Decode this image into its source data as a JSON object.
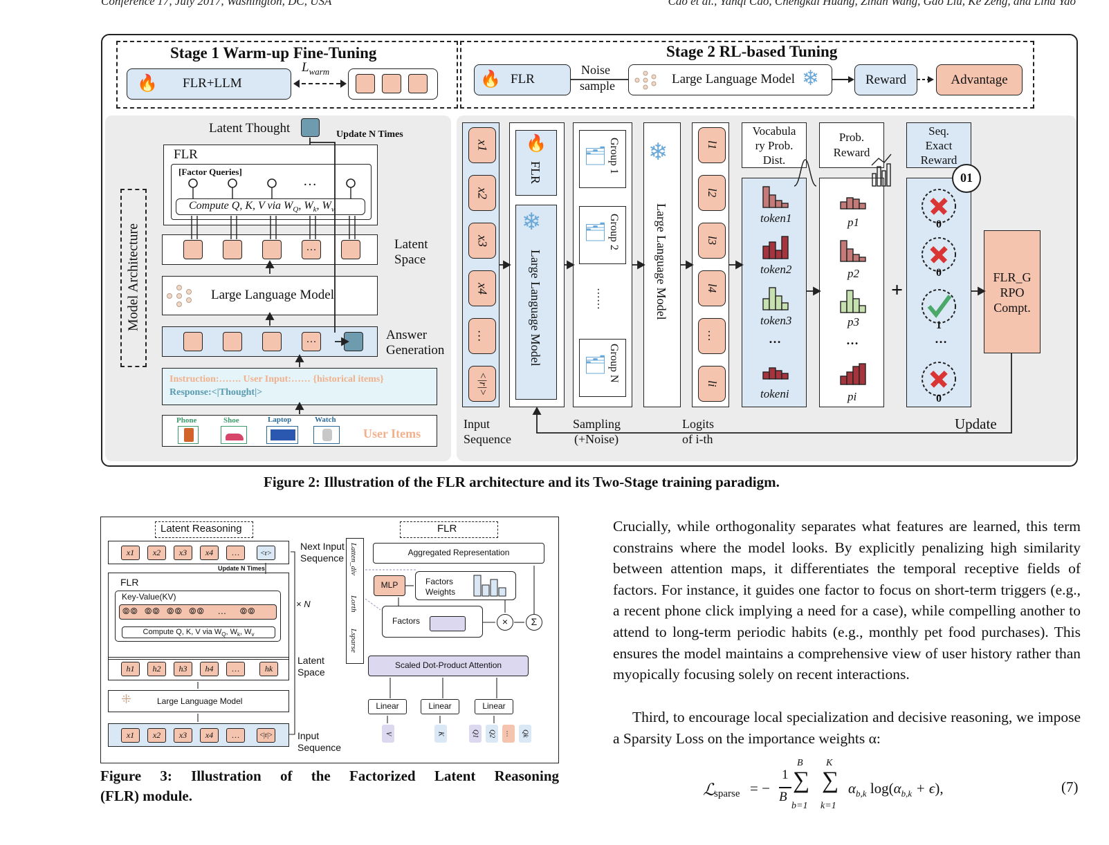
{
  "header": {
    "left": "Conference'17, July 2017, Washington, DC, USA",
    "right": "Cao et al., Yanqi Cao, Chengkai Huang, Zihan Wang, Gao Liu, Ke Zeng, and Lina Yao"
  },
  "figure2": {
    "stage1_title": "Stage 1 Warm-up Fine-Tuning",
    "flr_llm": "FLR+LLM",
    "l_warm": "L",
    "l_warm_sub": "warm",
    "stage2_title": "Stage 2 RL-based Tuning",
    "flr": "FLR",
    "noise": "Noise",
    "sample": "sample",
    "llm": "Large Language Model",
    "reward": "Reward",
    "advantage": "Advantage",
    "model_arch": "Model Architecture",
    "latent_thought": "Latent Thought",
    "update_n": "Update N Times",
    "flr_label": "FLR",
    "factor_queries": "[Factor Queries]",
    "ellipsis": "…",
    "compute_qkv": "Compute Q, K, V via W",
    "latent_space_1": "Latent",
    "latent_space_2": "Space",
    "llm_arch": "Large Language Model",
    "answer_1": "Answer",
    "answer_2": "Generation",
    "instruction": "Instruction:……. User Input:…… {historical items}",
    "response": "Response:<|Thought|>",
    "items": [
      "Phone",
      "Shoe",
      "Laptop",
      "Watch"
    ],
    "user_items": "User Items",
    "input_tokens": [
      "x1",
      "x2",
      "x3",
      "x4",
      "…",
      "<|r|>"
    ],
    "col_flr": "FLR",
    "col_llm": "Large Language Model",
    "groups": [
      "Group 1",
      "Group 2",
      "……",
      "Group N"
    ],
    "col_llm2": "Large Language Model",
    "logits": [
      "l1",
      "l2",
      "l3",
      "l4",
      "…",
      "li"
    ],
    "vocab_1": "Vocabula",
    "vocab_2": "ry Prob.",
    "vocab_3": "Dist.",
    "prob_reward_1": "Prob.",
    "prob_reward_2": "Reward",
    "seq_1": "Seq.",
    "seq_2": "Exact",
    "seq_3": "Reward",
    "tokens": [
      "token1",
      "token2",
      "token3",
      "…",
      "tokeni"
    ],
    "probs": [
      "p1",
      "p2",
      "p3",
      "…",
      "pi"
    ],
    "scores": [
      "0",
      "0",
      "1",
      "…",
      "0"
    ],
    "grpo_1": "FLR_G",
    "grpo_2": "RPO",
    "grpo_3": "Compt.",
    "input_seq_1": "Input",
    "input_seq_2": "Sequence",
    "sampling_1": "Sampling",
    "sampling_2": "(+Noise)",
    "logits_1": "Logits",
    "logits_2": "of i-th",
    "update": "Update",
    "caption": "Figure 2: Illustration of the FLR architecture and its Two-Stage training paradigm."
  },
  "figure3": {
    "latent_reasoning": "Latent Reasoning",
    "flr_title": "FLR",
    "next_input_1": "Next Input",
    "next_input_2": "Sequence",
    "update_n": "Update N Times",
    "flr_label": "FLR",
    "kv": "Key-Value(KV)",
    "compute": "Compute Q, K, V via W",
    "times_n": "× N",
    "latent_1": "Latent",
    "latent_2": "Space",
    "llm": "Large Language Model",
    "input_1": "Input",
    "input_2": "Sequence",
    "top_tokens": [
      "x1",
      "x2",
      "x3",
      "x4",
      "…",
      "<r>"
    ],
    "h_tokens": [
      "h1",
      "h2",
      "h3",
      "h4",
      "…",
      "hk"
    ],
    "bot_tokens": [
      "x1",
      "x2",
      "x3",
      "x4",
      "…",
      "<|r|>"
    ],
    "losses": [
      "Latten_div",
      "Lorth",
      "Lsparse"
    ],
    "aggregated": "Aggregated Representation",
    "mlp": "MLP",
    "factors_weights_1": "Factors",
    "factors_weights_2": "Weights",
    "factors": "Factors",
    "sdpa": "Scaled Dot-Product Attention",
    "linear": "Linear",
    "inputs": [
      "V",
      "K",
      "Q1",
      "Q2",
      "…",
      "Qk"
    ],
    "caption_1": "Figure 3: Illustration of the Factorized Latent Reasoning",
    "caption_2": "(FLR) module."
  },
  "text": {
    "p1": "Crucially, while orthogonality separates what features are learned, this term constrains where the model looks. By explicitly penalizing high similarity between attention maps, it differentiates the temporal receptive fields of factors. For instance, it guides one factor to focus on short-term triggers (e.g., a recent phone click implying a need for a case), while compelling another to attend to long-term periodic habits (e.g., monthly pet food purchases). This ensures the model maintains a comprehensive view of user history rather than myopically focusing solely on recent interactions.",
    "p2": "Third, to encourage local specialization and decisive reasoning, we impose a Sparsity Loss on the importance weights α:",
    "eq_number": "(7)"
  },
  "colors": {
    "blue_fill": "#dae8f6",
    "salmon_fill": "#f4c4ae",
    "teal": "#6e9cae",
    "panel_gray": "#ececec"
  }
}
